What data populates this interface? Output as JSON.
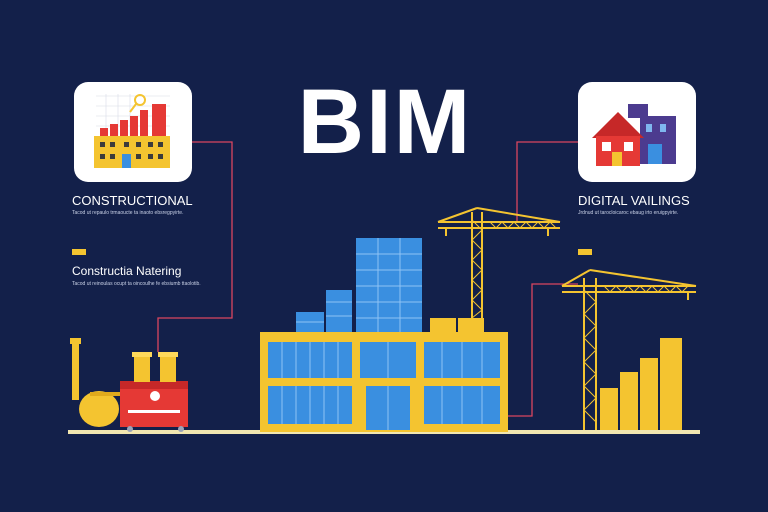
{
  "title": "BIM",
  "left_card": {
    "heading": "CONSTRUCTIONAL",
    "caption": "Tacod ut repaulo trmaoucte ta inaoto ebsregpyirte."
  },
  "left_section": {
    "heading": "Constructia Natering",
    "caption": "Tacod ut reinoulas ocupt ta oincoulhe fe ebsiumb ttaolotib."
  },
  "right_card": {
    "heading": "DIGITAL VAILINGS",
    "caption": "Jrdnud ut tarocloicaroc ebaug irto eruigpyirte."
  },
  "colors": {
    "background": "#13204a",
    "yellow": "#f4c430",
    "blue": "#3a8fe0",
    "red": "#e53935",
    "connector": "#d9455f",
    "ground": "#f1e6b0"
  },
  "icons": {
    "left_card": "building-growth-chart-icon",
    "right_card": "houses-icon"
  }
}
